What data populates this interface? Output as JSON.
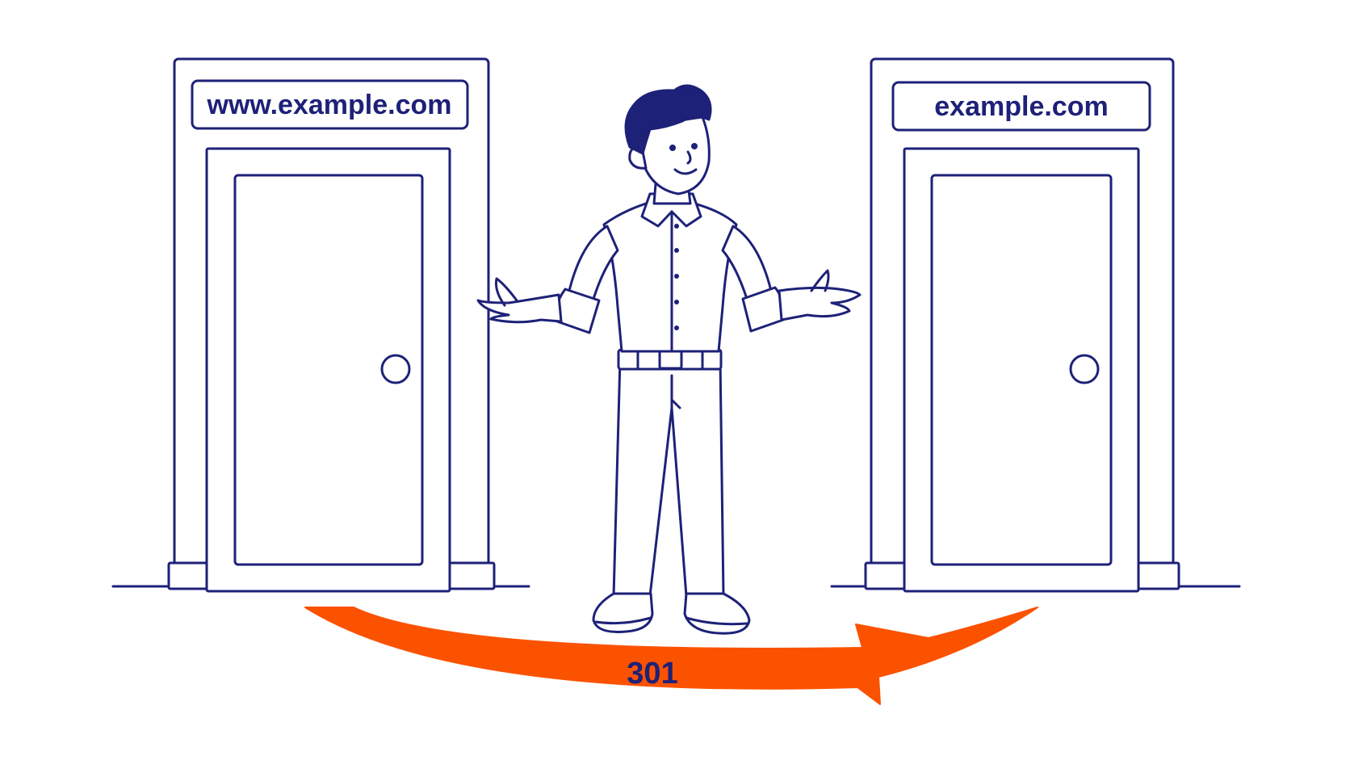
{
  "source_door": {
    "label": "www.example.com"
  },
  "target_door": {
    "label": "example.com"
  },
  "redirect": {
    "code": "301"
  },
  "colors": {
    "line": "#1e2178",
    "arrow": "#fb5200",
    "background": "#ffffff"
  }
}
